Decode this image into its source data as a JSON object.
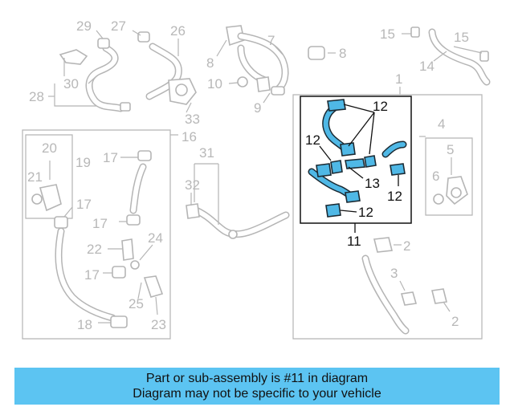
{
  "callouts": {
    "c29": "29",
    "c27": "27",
    "c26": "26",
    "c8a": "8",
    "c7": "7",
    "c8b": "8",
    "c15a": "15",
    "c15b": "15",
    "c14": "14",
    "c30": "30",
    "c28": "28",
    "c10": "10",
    "c9": "9",
    "c33": "33",
    "c1": "1",
    "c12a": "12",
    "c12b": "12",
    "c12c": "12",
    "c12d": "12",
    "c13": "13",
    "c4": "4",
    "c5": "5",
    "c6": "6",
    "c16": "16",
    "c20": "20",
    "c19": "19",
    "c21": "21",
    "c17a": "17",
    "c17b": "17",
    "c17c": "17",
    "c17d": "17",
    "c31": "31",
    "c32": "32",
    "c22": "22",
    "c24": "24",
    "c25": "25",
    "c23": "23",
    "c18": "18",
    "c11": "11",
    "c2a": "2",
    "c3": "3",
    "c2b": "2"
  },
  "highlight_color": "#4fb8e6",
  "banner": {
    "line1": "Part or sub-assembly is #11 in diagram",
    "line2": "Diagram may not be specific to your vehicle",
    "color": "#5cc4f2"
  }
}
